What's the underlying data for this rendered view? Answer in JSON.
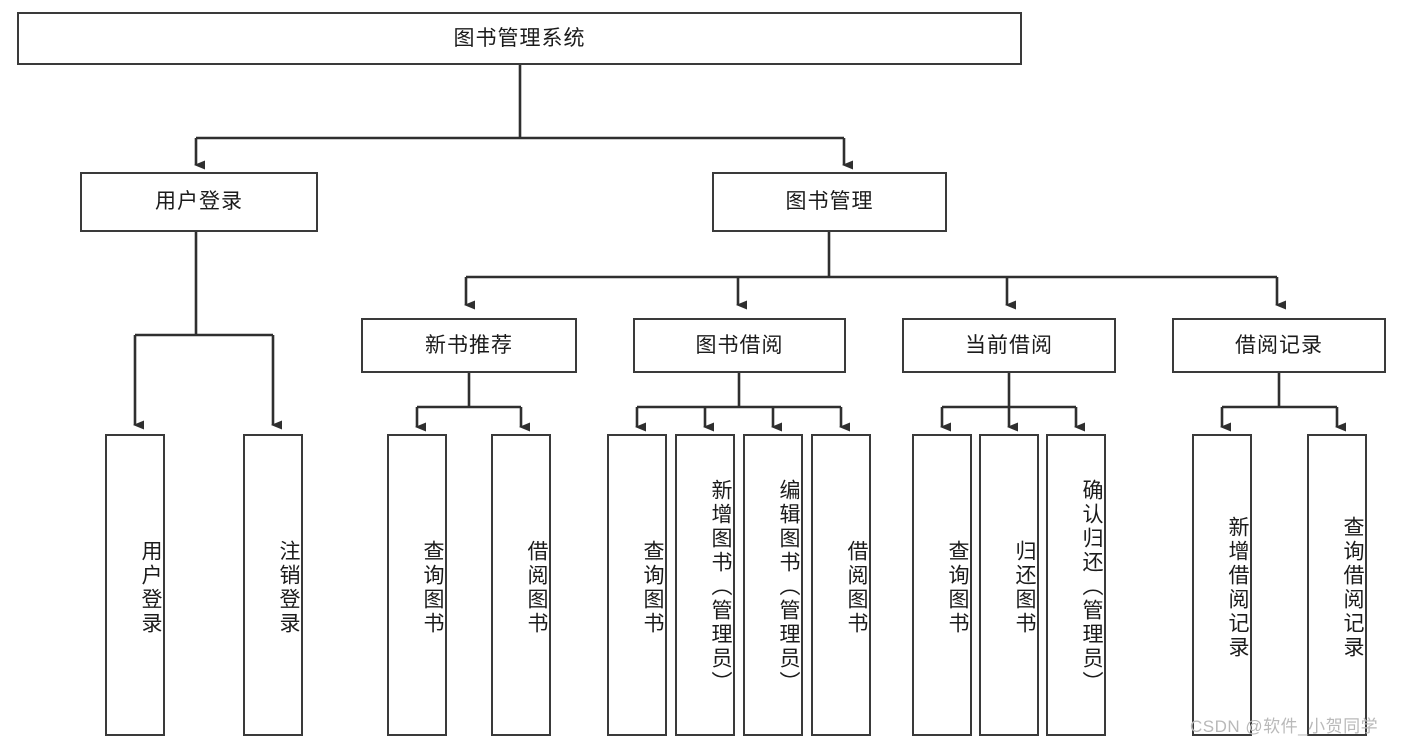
{
  "diagram": {
    "title": "图书管理系统",
    "type": "functional-structure-tree",
    "root": {
      "label": "图书管理系统"
    },
    "level2": [
      {
        "id": "user-login",
        "label": "用户登录"
      },
      {
        "id": "book-manage",
        "label": "图书管理"
      }
    ],
    "level3": [
      {
        "id": "new-book-recommend",
        "label": "新书推荐"
      },
      {
        "id": "book-borrow",
        "label": "图书借阅"
      },
      {
        "id": "current-borrow",
        "label": "当前借阅"
      },
      {
        "id": "borrow-record",
        "label": "借阅记录"
      }
    ],
    "leaves": {
      "user_login": [
        {
          "id": "leaf-user-login",
          "label": "用户登录"
        },
        {
          "id": "leaf-logout-login",
          "label": "注销登录"
        }
      ],
      "new_book_recommend": [
        {
          "id": "leaf-query-book-1",
          "label": "查询图书"
        },
        {
          "id": "leaf-borrow-book-1",
          "label": "借阅图书"
        }
      ],
      "book_borrow": [
        {
          "id": "leaf-query-book-2",
          "label": "查询图书"
        },
        {
          "id": "leaf-add-book",
          "label": "新增图书（管理员）"
        },
        {
          "id": "leaf-edit-book",
          "label": "编辑图书（管理员）"
        },
        {
          "id": "leaf-borrow-book-2",
          "label": "借阅图书"
        }
      ],
      "current_borrow": [
        {
          "id": "leaf-query-book-3",
          "label": "查询图书"
        },
        {
          "id": "leaf-return-book",
          "label": "归还图书"
        },
        {
          "id": "leaf-confirm-return",
          "label": "确认归还（管理员）"
        }
      ],
      "borrow_record": [
        {
          "id": "leaf-add-record",
          "label": "新增借阅记录"
        },
        {
          "id": "leaf-query-record",
          "label": "查询借阅记录"
        }
      ]
    }
  },
  "watermark": {
    "text": "CSDN @软件_小贺同学"
  },
  "colors": {
    "background": "#ffffff",
    "box_border": "#3a3a3a",
    "box_fill": "#ffffff",
    "text": "#1b1b1b",
    "connector": "#2f2f2f",
    "watermark": "#b9b9b9"
  }
}
